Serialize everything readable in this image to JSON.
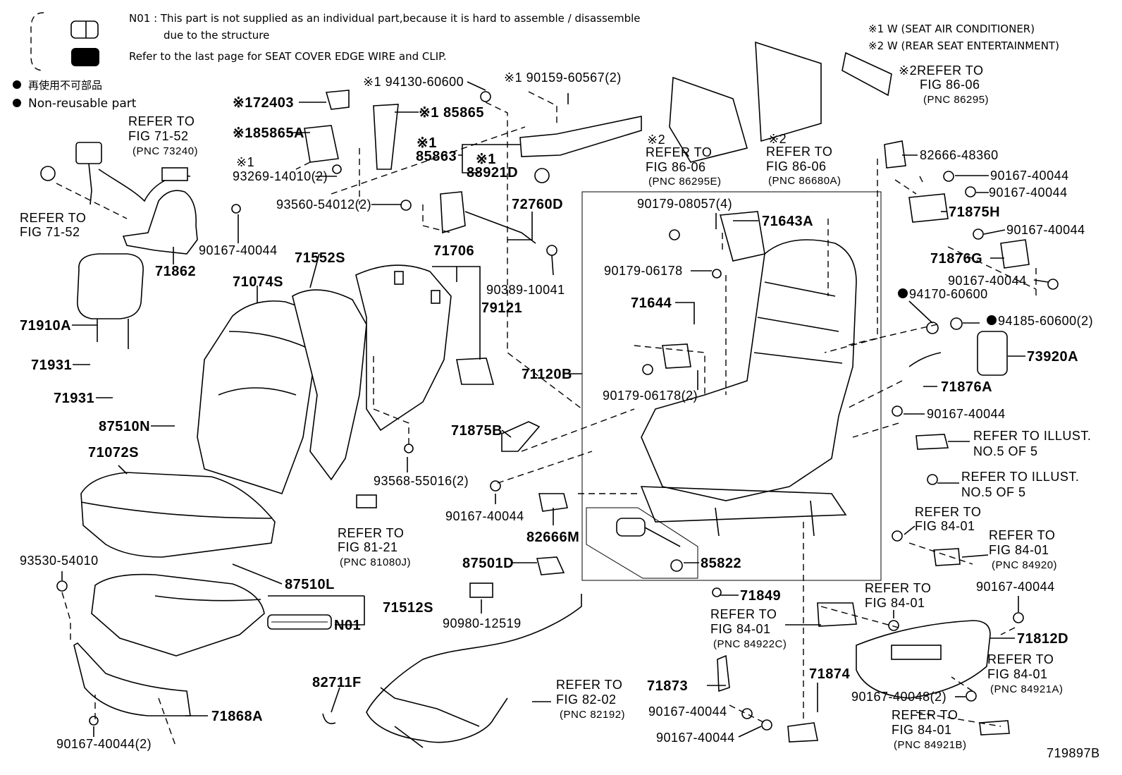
{
  "header": {
    "note_n01_line1": "N01 : This part is not supplied as an individual part,because it is hard to assemble / disassemble",
    "note_n01_line2": "due to the structure",
    "note_refer": "Refer to the last page for SEAT COVER EDGE WIRE and CLIP.",
    "nonreusable_jp": "再使用不可部品",
    "nonreusable_en": "Non-reusable part",
    "footnote1": "※1  W (SEAT AIR CONDITIONER)",
    "footnote2": "※2  W (REAR SEAT ENTERTAINMENT)"
  },
  "labels": {
    "l72403": "※172403",
    "l85865A": "※185865A",
    "l85865": "※1 85865",
    "l94130": "※1 94130-60600",
    "l90159": "※1  90159-60567(2)",
    "l93269a": "※1",
    "l93269b": "93269-14010(2)",
    "l85863a": "※1",
    "l85863b": "85863",
    "l88921a": "※1",
    "l88921b": "88921D",
    "l93560": "93560-54012(2)",
    "l72760D": "72760D",
    "l90389": "90389-10041",
    "l71706": "71706",
    "l79121": "79121",
    "l71552S": "71552S",
    "l71074S": "71074S",
    "l71862": "71862",
    "l90167a": "90167-40044",
    "l71910A": "71910A",
    "l71931a": "71931",
    "l71931b": "71931",
    "l87510N": "87510N",
    "l71072S": "71072S",
    "l93568": "93568-55016(2)",
    "l71875B": "71875B",
    "l90167b": "90167-40044",
    "l82666M": "82666M",
    "l87501D": "87501D",
    "l90980": "90980-12519",
    "l93530": "93530-54010",
    "l87510L": "87510L",
    "l71512S": "71512S",
    "lN01": "N01",
    "l71868A": "71868A",
    "l90167c": "90167-40044(2)",
    "l82711F": "82711F",
    "l71120B": "71120B",
    "l90179a": "90179-08057(4)",
    "l71643A": "71643A",
    "l90179b": "90179-06178",
    "l71644": "71644",
    "l90179c": "90179-06178(2)",
    "l85822": "85822",
    "l71849": "71849",
    "l71873": "71873",
    "l90167d": "90167-40044",
    "l90167e": "90167-40044",
    "l71874": "71874",
    "l82666_48360": "82666-48360",
    "l90167f": "90167-40044",
    "l90167g": "90167-40044",
    "l71875H": "71875H",
    "l90167h": "90167-40044",
    "l71876G": "71876G",
    "l90167i": "90167-40044",
    "l94170": "94170-60600",
    "l94185": "94185-60600(2)",
    "l73920A": "73920A",
    "l71876A": "71876A",
    "l90167j": "90167-40044",
    "l90167k": "90167-40044",
    "l71812D": "71812D",
    "l90167_48": "90167-40048(2)",
    "doc_id": "719897B"
  },
  "refers": {
    "r71_52a_1": "REFER TO",
    "r71_52a_2": "FIG 71-52",
    "r71_52a_3": "(PNC 73240)",
    "r71_52b_1": "REFER TO",
    "r71_52b_2": "FIG 71-52",
    "r86_06a_0": "※2",
    "r86_06a_1": "REFER TO",
    "r86_06a_2": "FIG 86-06",
    "r86_06a_3": "(PNC 86295E)",
    "r86_06b_0": "※2",
    "r86_06b_1": "REFER TO",
    "r86_06b_2": "FIG 86-06",
    "r86_06b_3": "(PNC 86680A)",
    "r86_06c_1": "※2REFER TO",
    "r86_06c_2": "FIG 86-06",
    "r86_06c_3": "(PNC 86295)",
    "r81_21_1": "REFER TO",
    "r81_21_2": "FIG 81-21",
    "r81_21_3": "(PNC 81080J)",
    "r82_02_1": "REFER TO",
    "r82_02_2": "FIG 82-02",
    "r82_02_3": "(PNC 82192)",
    "ill1_1": "REFER TO ILLUST.",
    "ill1_2": "NO.5 OF 5",
    "ill2_1": "REFER TO ILLUST.",
    "ill2_2": "NO.5 OF 5",
    "r84a_1": "REFER TO",
    "r84a_2": "FIG 84-01",
    "r84b_1": "REFER TO",
    "r84b_2": "FIG 84-01",
    "r84b_3": "(PNC 84920)",
    "r84c_1": "REFER TO",
    "r84c_2": "FIG 84-01",
    "r84c_3": "(PNC 84922C)",
    "r84d_1": "REFER TO",
    "r84d_2": "FIG 84-01",
    "r84e_1": "REFER TO",
    "r84e_2": "FIG 84-01",
    "r84e_3": "(PNC 84921A)",
    "r84f_1": "REFER TO",
    "r84f_2": "FIG 84-01",
    "r84f_3": "(PNC 84921B)"
  }
}
